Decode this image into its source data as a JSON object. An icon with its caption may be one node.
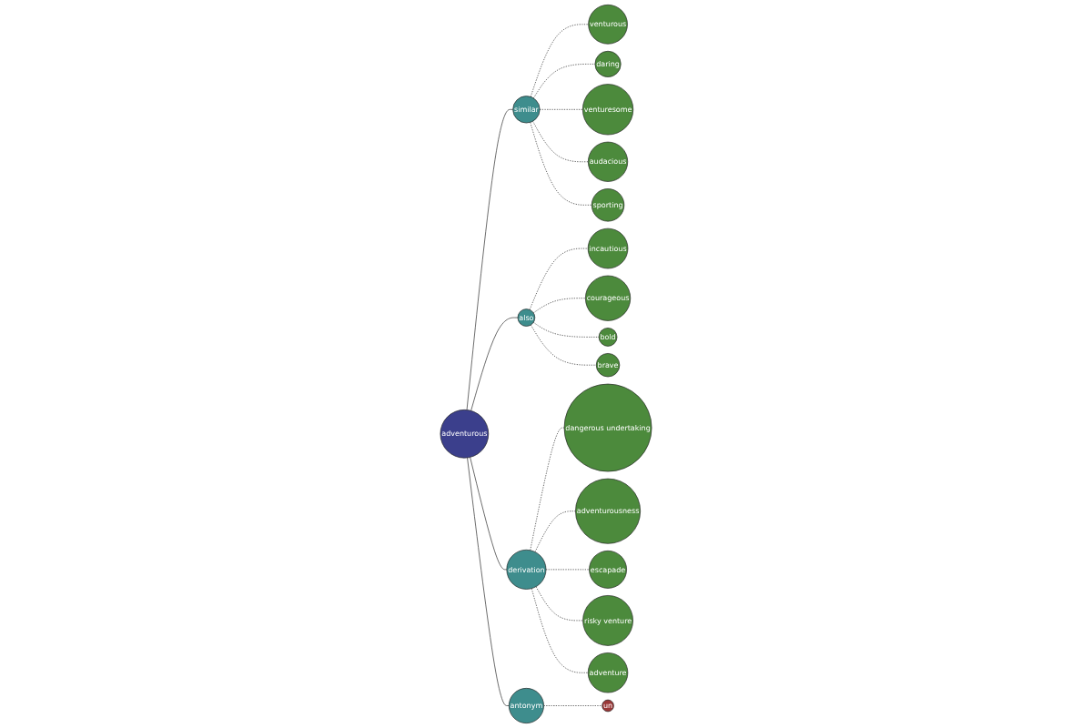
{
  "diagram": {
    "nodes": [
      {
        "text": [
          "adventurous"
        ]
      },
      {
        "text": [
          "similar"
        ]
      },
      {
        "text": [
          "venturous"
        ]
      },
      {
        "text": [
          "daring"
        ]
      },
      {
        "text": [
          "venturesome"
        ]
      },
      {
        "text": [
          "audacious"
        ]
      },
      {
        "text": [
          "sporting"
        ]
      },
      {
        "text": [
          "also"
        ]
      },
      {
        "text": [
          "incautious"
        ]
      },
      {
        "text": [
          "courageous"
        ]
      },
      {
        "text": [
          "bold"
        ]
      },
      {
        "text": [
          "brave"
        ]
      },
      {
        "text": [
          "derivation"
        ]
      },
      {
        "text": [
          "dangerous undertaking"
        ]
      },
      {
        "text": [
          "adventurousness"
        ]
      },
      {
        "text": [
          "escapade"
        ]
      },
      {
        "text": [
          "risky venture"
        ]
      },
      {
        "text": [
          "adventure"
        ]
      },
      {
        "text": [
          "antonym"
        ]
      },
      {
        "text": [
          "un"
        ]
      }
    ],
    "edges": [
      {
        "from": 0,
        "to": 1,
        "arrow": "none"
      },
      {
        "from": 1,
        "to": 2,
        "arrow": "none",
        "style": "dashed"
      },
      {
        "from": 1,
        "to": 3,
        "arrow": "none",
        "style": "dashed"
      },
      {
        "from": 1,
        "to": 4,
        "arrow": "none",
        "style": "dashed"
      },
      {
        "from": 1,
        "to": 5,
        "arrow": "none",
        "style": "dashed"
      },
      {
        "from": 1,
        "to": 6,
        "arrow": "none",
        "style": "dashed"
      },
      {
        "from": 0,
        "to": 7,
        "arrow": "none"
      },
      {
        "from": 7,
        "to": 8,
        "arrow": "none",
        "style": "dashed"
      },
      {
        "from": 7,
        "to": 9,
        "arrow": "none",
        "style": "dashed"
      },
      {
        "from": 7,
        "to": 10,
        "arrow": "none",
        "style": "dashed"
      },
      {
        "from": 7,
        "to": 11,
        "arrow": "none",
        "style": "dashed"
      },
      {
        "from": 0,
        "to": 12,
        "arrow": "none"
      },
      {
        "from": 12,
        "to": 13,
        "arrow": "none",
        "style": "dashed"
      },
      {
        "from": 12,
        "to": 14,
        "arrow": "none",
        "style": "dashed"
      },
      {
        "from": 12,
        "to": 15,
        "arrow": "none",
        "style": "dashed"
      },
      {
        "from": 12,
        "to": 16,
        "arrow": "none",
        "style": "dashed"
      },
      {
        "from": 12,
        "to": 17,
        "arrow": "none",
        "style": "dashed"
      },
      {
        "from": 0,
        "to": 18,
        "arrow": "none"
      },
      {
        "from": 18,
        "to": 19,
        "arrow": "none",
        "style": "dashed"
      }
    ]
  }
}
